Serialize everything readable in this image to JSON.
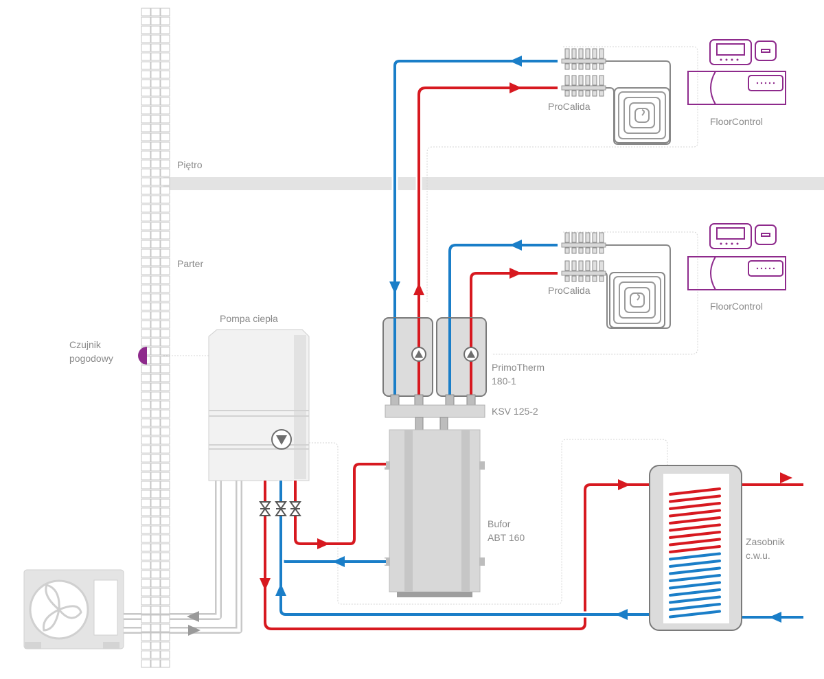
{
  "labels": {
    "floor_upper": "Piętro",
    "floor_ground": "Parter",
    "weather_sensor_line1": "Czujnik",
    "weather_sensor_line2": "pogodowy",
    "heat_pump": "Pompa ciepła",
    "manifold_upper": "ProCalida",
    "manifold_lower": "ProCalida",
    "controller_upper": "FloorControl",
    "controller_lower": "FloorControl",
    "pump_group_line1": "PrimoTherm",
    "pump_group_line2": "180-1",
    "distributor": "KSV 125-2",
    "buffer_line1": "Bufor",
    "buffer_line2": "ABT 160",
    "dhw_tank_line1": "Zasobnik",
    "dhw_tank_line2": "c.w.u."
  },
  "colors": {
    "supply": "#d71920",
    "return": "#1a7ec8",
    "control": "#8e2a8c",
    "equipment": "#dcdcdc",
    "outline": "#7a7a7a"
  }
}
